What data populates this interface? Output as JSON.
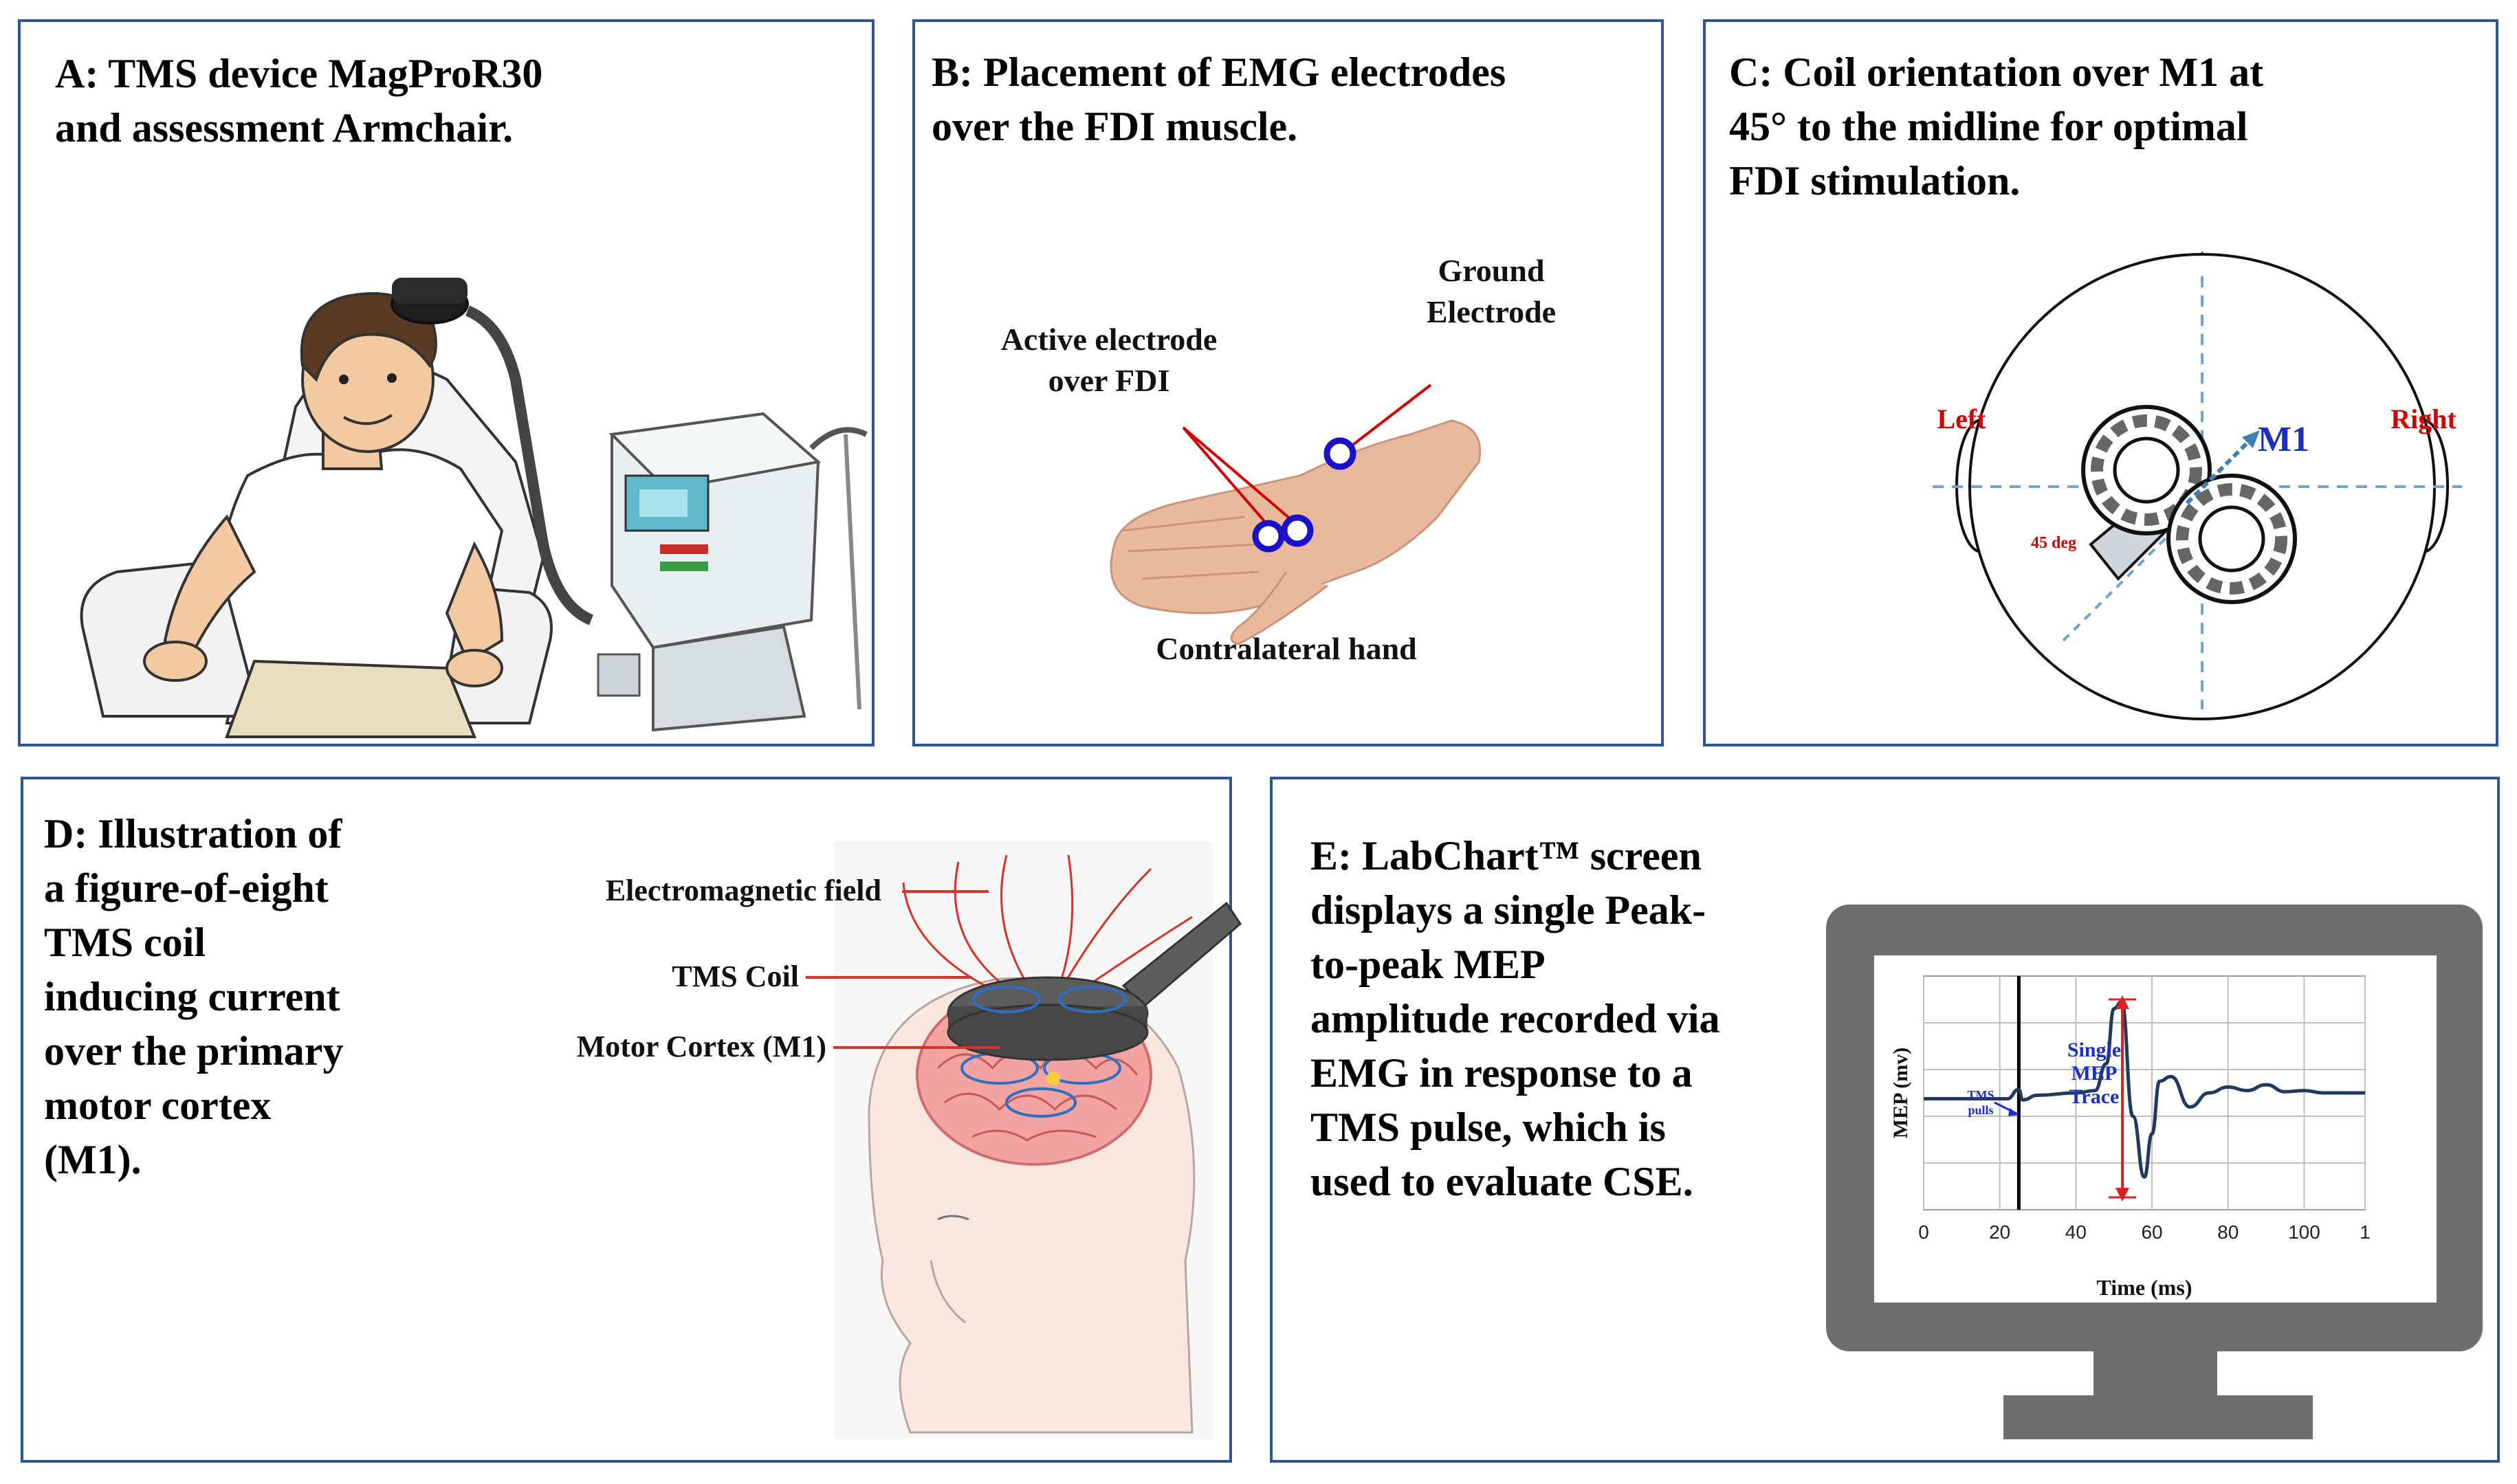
{
  "panels": {
    "a": {
      "title_line1": "A: TMS device MagProR30",
      "title_line2": "and assessment Armchair."
    },
    "b": {
      "title_line1": "B: Placement of EMG electrodes",
      "title_line2": "over the FDI muscle.",
      "ground_line1": "Ground",
      "ground_line2": "Electrode",
      "active_line1": "Active electrode",
      "active_line2": "over FDI",
      "hand_label": "Contralateral hand"
    },
    "c": {
      "title_line1": "C: Coil orientation over M1 at",
      "title_line2": "45° to the midline for optimal",
      "title_line3": "FDI stimulation.",
      "left_label": "Left",
      "right_label": "Right",
      "m1_label": "M1",
      "angle_label": "45 deg"
    },
    "d": {
      "title_line1": "D: Illustration of",
      "title_line2": "a figure-of-eight",
      "title_line3": "TMS coil",
      "title_line4": "inducing current",
      "title_line5": "over the primary",
      "title_line6": "motor cortex",
      "title_line7": "(M1).",
      "field_label": "Electromagnetic field",
      "coil_label": "TMS Coil",
      "cortex_label": "Motor Cortex (M1)"
    },
    "e": {
      "title_line1": "E: LabChart™ screen",
      "title_line2": "displays a single Peak-",
      "title_line3": "to-peak MEP",
      "title_line4": "amplitude recorded via",
      "title_line5": "EMG in response to a",
      "title_line6": "TMS pulse, which is",
      "title_line7": "used to evaluate CSE.",
      "pulse_line1": "TMS",
      "pulse_line2": "pulls",
      "trace_line1": "Single",
      "trace_line2": "MEP",
      "trace_line3": "Trace"
    }
  },
  "colors": {
    "panel_border": "#2e5596",
    "electrode": "#1a10c8",
    "label_red": "#d00000",
    "m1_blue": "#1a30c0",
    "trace": "#1f3a5c",
    "monitor": "#6e6e6e"
  },
  "chart_data": {
    "type": "line",
    "title": "",
    "xlabel": "Time (ms)",
    "ylabel": "MEP (mv)",
    "xlim": [
      0,
      116
    ],
    "x_ticks": [
      "0",
      "20",
      "40",
      "60",
      "80",
      "100",
      "1"
    ],
    "x_tick_values": [
      0,
      20,
      40,
      60,
      80,
      100,
      116
    ],
    "ylim": [
      -1,
      1
    ],
    "grid": true,
    "stimulus_marker_x": 25,
    "series": [
      {
        "x": [
          0,
          22,
          25,
          26,
          30,
          40,
          45,
          48,
          50,
          52,
          55,
          58,
          60,
          62,
          65,
          70,
          75,
          80,
          85,
          90,
          95,
          100,
          105,
          110,
          116
        ],
        "values": [
          -0.05,
          -0.05,
          0.03,
          -0.06,
          -0.02,
          0.0,
          0.02,
          0.25,
          0.72,
          0.78,
          -0.2,
          -0.72,
          -0.35,
          0.1,
          0.14,
          -0.12,
          0.0,
          0.05,
          0.02,
          0.07,
          0.01,
          0.02,
          0.0,
          0.0,
          0.0
        ]
      }
    ]
  }
}
